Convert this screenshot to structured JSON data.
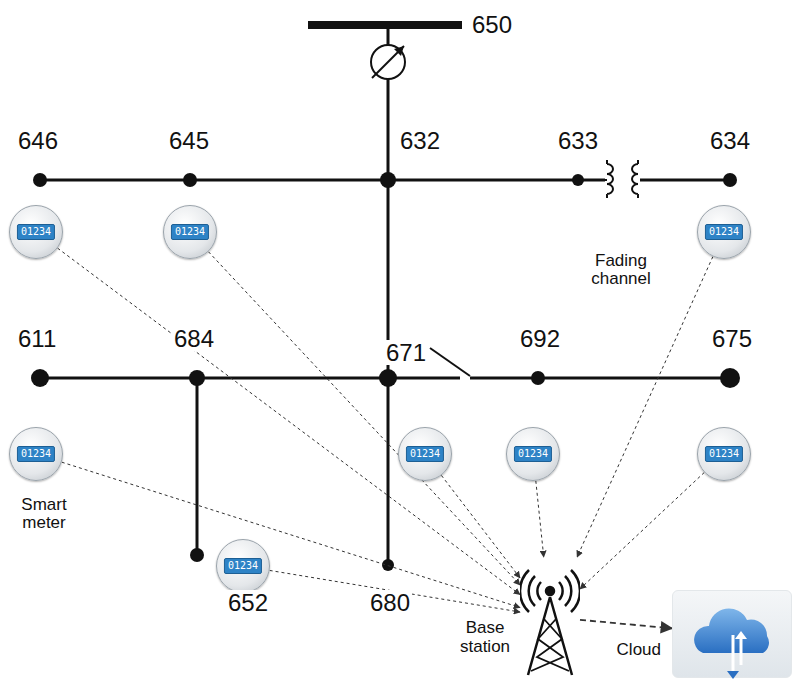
{
  "diagram": {
    "nodes": [
      {
        "text": [
          "01234"
        ]
      },
      {
        "text": [
          "01234"
        ]
      },
      {
        "text": [
          "01234"
        ]
      },
      {
        "text": [
          "01234"
        ]
      },
      {
        "text": [
          "01234"
        ]
      },
      {
        "text": [
          "01234"
        ]
      },
      {
        "text": [
          "01234"
        ]
      },
      {
        "text": [
          "01234"
        ]
      },
      {
        "text": [
          "Base station"
        ]
      },
      {
        "text": [
          "Cloud"
        ]
      }
    ],
    "edges": [
      {
        "from": 0,
        "to": 8,
        "arrow": "to"
      },
      {
        "from": 1,
        "to": 8,
        "arrow": "to"
      },
      {
        "from": 2,
        "to": 8,
        "arrow": "to"
      },
      {
        "from": 3,
        "to": 8,
        "arrow": "to"
      },
      {
        "from": 4,
        "to": 8,
        "arrow": "to"
      },
      {
        "from": 5,
        "to": 8,
        "arrow": "to"
      },
      {
        "from": 6,
        "to": 8,
        "arrow": "to"
      },
      {
        "from": 7,
        "to": 8,
        "arrow": "to"
      },
      {
        "from": 8,
        "to": 9,
        "arrow": "to"
      }
    ],
    "labels": [
      "650",
      "646",
      "645",
      "632",
      "633",
      "634",
      "611",
      "684",
      "671",
      "692",
      "675",
      "652",
      "680",
      "Fading channel",
      "Smart meter"
    ]
  }
}
